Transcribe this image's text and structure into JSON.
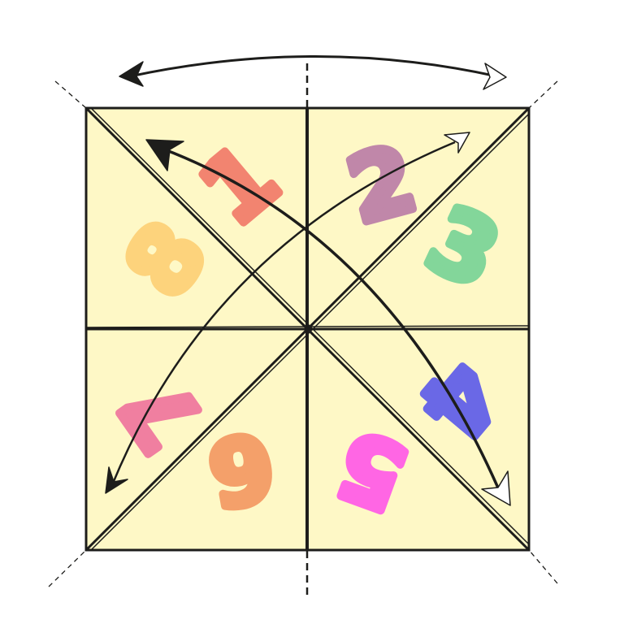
{
  "numbers": [
    {
      "label": "1",
      "color": "#f28470"
    },
    {
      "label": "2",
      "color": "#c087a9"
    },
    {
      "label": "3",
      "color": "#83d69a"
    },
    {
      "label": "4",
      "color": "#6a68e6"
    },
    {
      "label": "5",
      "color": "#ff66e4"
    },
    {
      "label": "6",
      "color": "#f4a06a"
    },
    {
      "label": "7",
      "color": "#f07fa0"
    },
    {
      "label": "8",
      "color": "#fdd37c"
    }
  ],
  "colors": {
    "paper": "#fef8c6",
    "line": "#1d1d1b",
    "open_arrowhead": "#ffffff"
  }
}
